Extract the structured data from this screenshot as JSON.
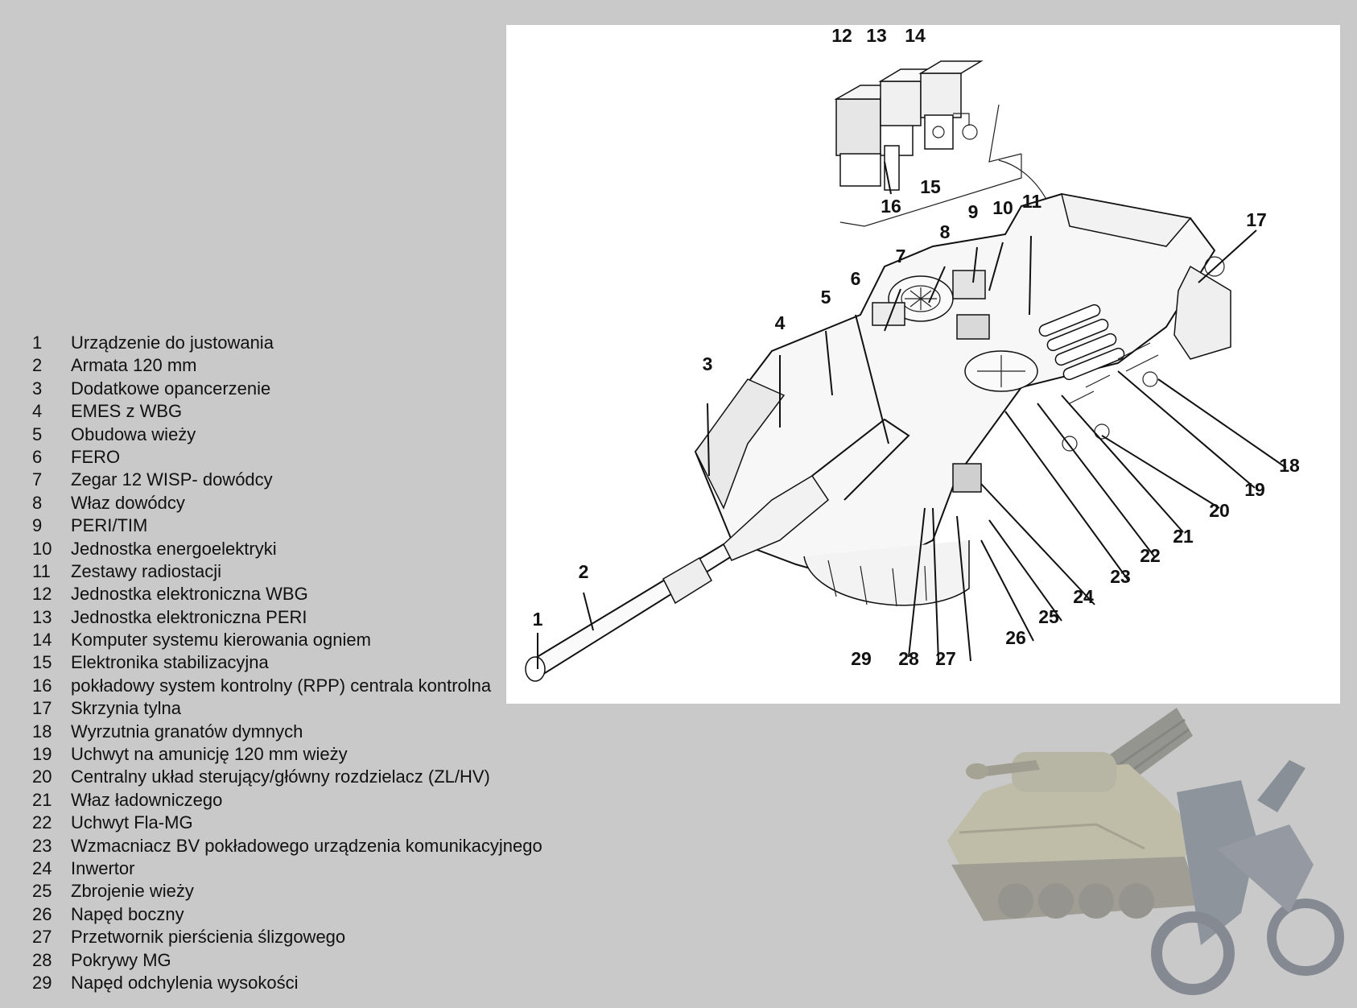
{
  "legend": [
    {
      "num": "1",
      "text": "Urządzenie do justowania"
    },
    {
      "num": "2",
      "text": "Armata 120 mm"
    },
    {
      "num": "3",
      "text": "Dodatkowe opancerzenie"
    },
    {
      "num": "4",
      "text": "EMES z WBG"
    },
    {
      "num": "5",
      "text": "Obudowa wieży"
    },
    {
      "num": "6",
      "text": "FERO"
    },
    {
      "num": "7",
      "text": "Zegar 12 WISP- dowódcy"
    },
    {
      "num": "8",
      "text": "Właz dowódcy"
    },
    {
      "num": "9",
      "text": "PERI/TIM"
    },
    {
      "num": "10",
      "text": "Jednostka energoelektryki"
    },
    {
      "num": "11",
      "text": "Zestawy radiostacji"
    },
    {
      "num": "12",
      "text": "Jednostka elektroniczna WBG"
    },
    {
      "num": "13",
      "text": "Jednostka elektroniczna PERI"
    },
    {
      "num": "14",
      "text": "Komputer systemu kierowania ogniem"
    },
    {
      "num": "15",
      "text": "Elektronika stabilizacyjna"
    },
    {
      "num": "16",
      "text": "pokładowy system kontrolny (RPP) centrala kontrolna"
    },
    {
      "num": "17",
      "text": "Skrzynia tylna"
    },
    {
      "num": "18",
      "text": "Wyrzutnia granatów dymnych"
    },
    {
      "num": "19",
      "text": "Uchwyt na amunicję 120 mm wieży"
    },
    {
      "num": "20",
      "text": "Centralny układ sterujący/główny rozdzielacz (ZL/HV)"
    },
    {
      "num": "21",
      "text": "Właz ładowniczego"
    },
    {
      "num": "22",
      "text": "Uchwyt Fla-MG"
    },
    {
      "num": "23",
      "text": "Wzmacniacz BV pokładowego urządzenia komunikacyjnego"
    },
    {
      "num": "24",
      "text": "Inwertor"
    },
    {
      "num": "25",
      "text": "Zbrojenie wieży"
    },
    {
      "num": "26",
      "text": "Napęd boczny"
    },
    {
      "num": "27",
      "text": "Przetwornik pierścienia ślizgowego"
    },
    {
      "num": "28",
      "text": "Pokrywy MG"
    },
    {
      "num": "29",
      "text": "Napęd odchylenia wysokości"
    }
  ],
  "callouts": {
    "c1": "1",
    "c2": "2",
    "c3": "3",
    "c4": "4",
    "c5": "5",
    "c6": "6",
    "c7": "7",
    "c8": "8",
    "c9": "9",
    "c10": "10",
    "c11": "11",
    "c12": "12",
    "c13": "13",
    "c14": "14",
    "c15": "15",
    "c16": "16",
    "c17": "17",
    "c18": "18",
    "c19": "19",
    "c20": "20",
    "c21": "21",
    "c22": "22",
    "c23": "23",
    "c24": "24",
    "c25": "25",
    "c26": "26",
    "c27": "27",
    "c28": "28",
    "c29": "29"
  },
  "colors": {
    "background": "#c9c9c9",
    "panel": "#ffffff",
    "ink": "#111111"
  }
}
